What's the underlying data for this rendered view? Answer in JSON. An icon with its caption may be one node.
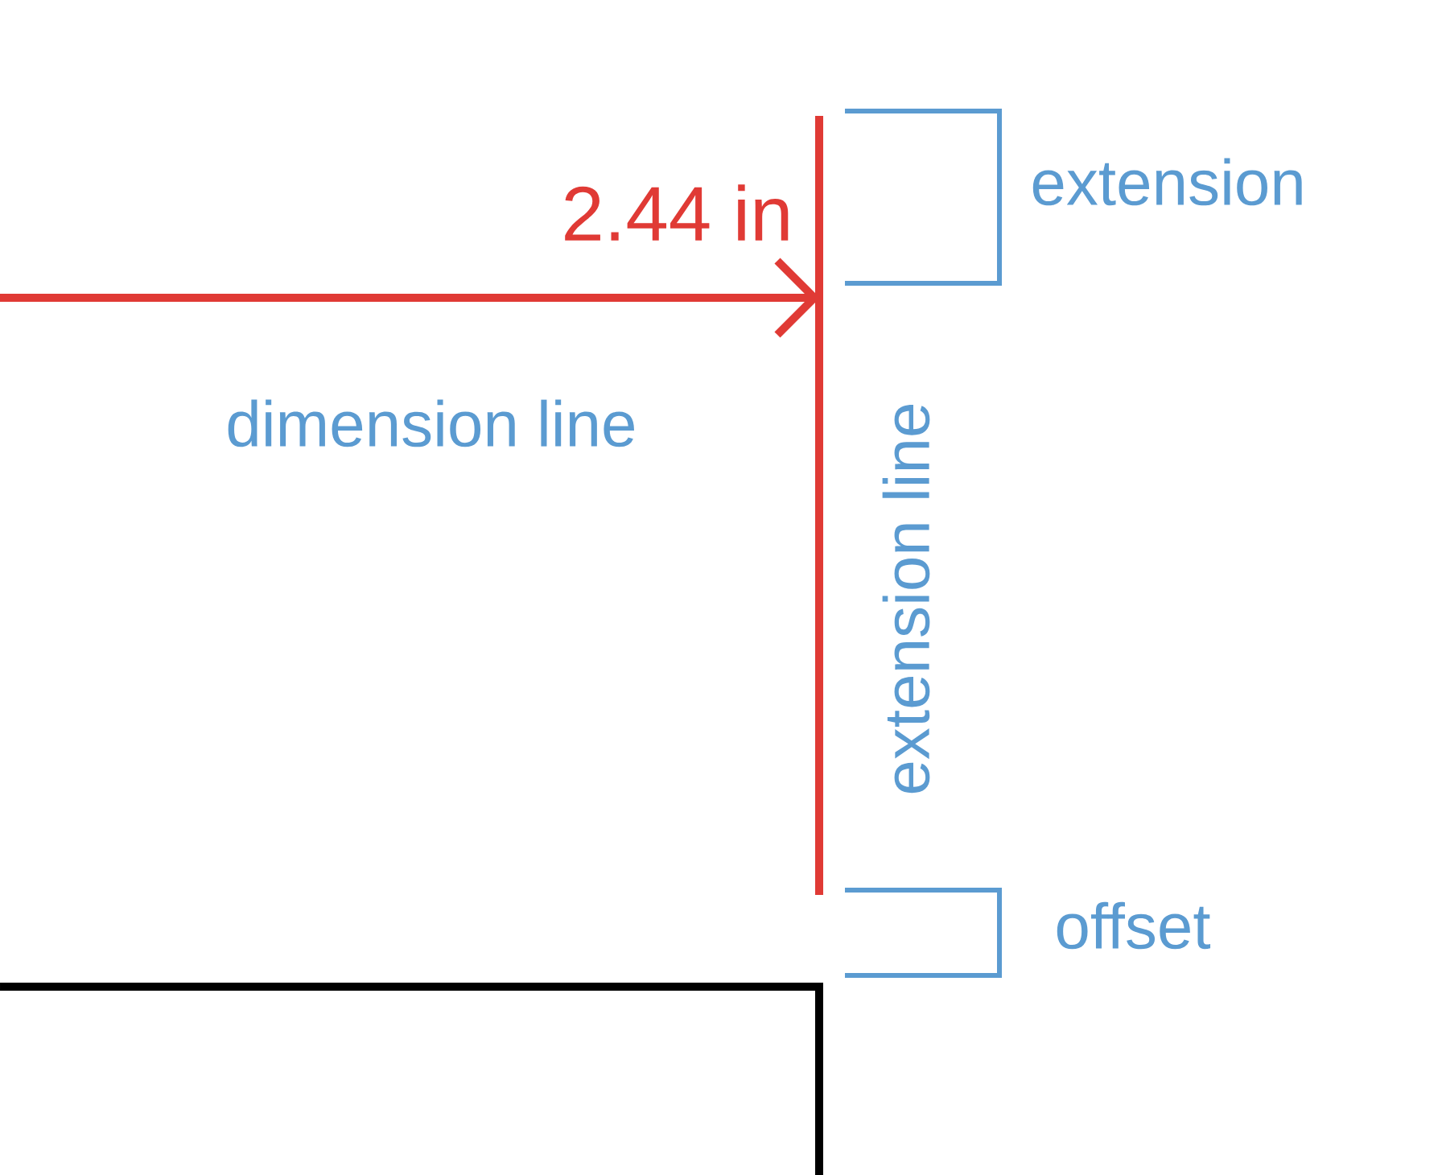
{
  "diagram": {
    "labels": [
      "2.44 in",
      "extension",
      "dimension line",
      "extension line",
      "offset"
    ]
  }
}
